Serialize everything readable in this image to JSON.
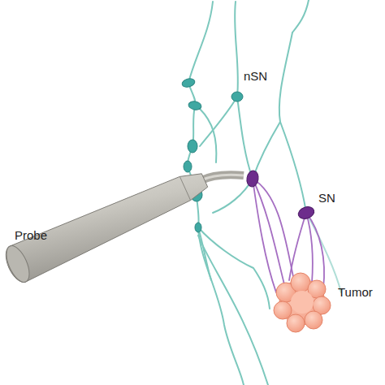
{
  "diagram": {
    "labels": [
      "Probe",
      "nSN",
      "SN",
      "Tumor"
    ]
  }
}
